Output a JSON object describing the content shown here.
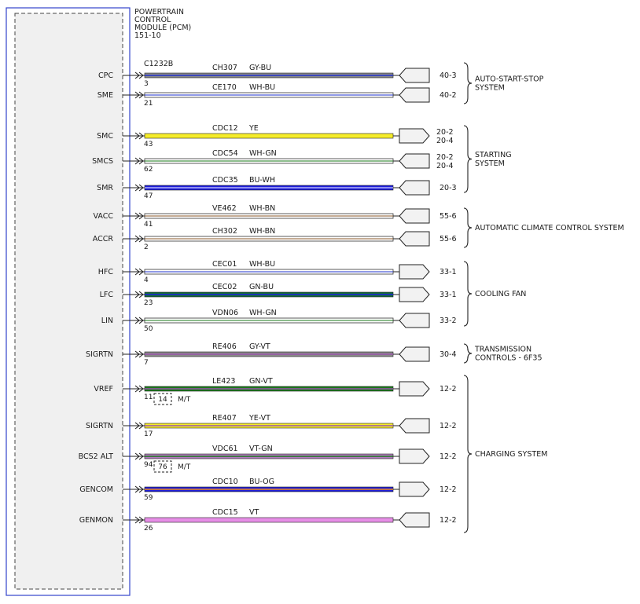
{
  "module": {
    "title_lines": [
      "POWERTRAIN",
      "CONTROL",
      "MODULE (PCM)",
      "151-10"
    ],
    "connector": "C1232B"
  },
  "circuits": [
    {
      "signal": "CPC",
      "pin": "3",
      "circuit": "CH307",
      "color_code": "GY-BU",
      "colors": [
        "#8a8a8a",
        "#2233cc"
      ],
      "terminal": "40-3",
      "terminal2": "",
      "dir": "in",
      "box": "",
      "note": ""
    },
    {
      "signal": "SME",
      "pin": "21",
      "circuit": "CE170",
      "color_code": "WH-BU",
      "colors": [
        "#ffffff",
        "#2233cc"
      ],
      "terminal": "40-2",
      "terminal2": "",
      "dir": "in",
      "box": "",
      "note": ""
    },
    {
      "signal": "SMC",
      "pin": "43",
      "circuit": "CDC12",
      "color_code": "YE",
      "colors": [
        "#f5ec2a"
      ],
      "terminal": "20-2",
      "terminal2": "20-4",
      "dir": "out",
      "box": "",
      "note": ""
    },
    {
      "signal": "SMCS",
      "pin": "62",
      "circuit": "CDC54",
      "color_code": "WH-GN",
      "colors": [
        "#ffffff",
        "#1a7a1a"
      ],
      "terminal": "20-2",
      "terminal2": "20-4",
      "dir": "in",
      "box": "",
      "note": ""
    },
    {
      "signal": "SMR",
      "pin": "47",
      "circuit": "CDC35",
      "color_code": "BU-WH",
      "colors": [
        "#1e1edc",
        "#ffffff"
      ],
      "terminal": "20-3",
      "terminal2": "",
      "dir": "in",
      "box": "",
      "note": ""
    },
    {
      "signal": "VACC",
      "pin": "41",
      "circuit": "VE462",
      "color_code": "WH-BN",
      "colors": [
        "#ffffff",
        "#8b5a2b"
      ],
      "terminal": "55-6",
      "terminal2": "",
      "dir": "in",
      "box": "",
      "note": ""
    },
    {
      "signal": "ACCR",
      "pin": "2",
      "circuit": "CH302",
      "color_code": "WH-BN",
      "colors": [
        "#ffffff",
        "#8b5a2b"
      ],
      "terminal": "55-6",
      "terminal2": "",
      "dir": "in",
      "box": "",
      "note": ""
    },
    {
      "signal": "HFC",
      "pin": "4",
      "circuit": "CEC01",
      "color_code": "WH-BU",
      "colors": [
        "#ffffff",
        "#2233cc"
      ],
      "terminal": "33-1",
      "terminal2": "",
      "dir": "out",
      "box": "",
      "note": ""
    },
    {
      "signal": "LFC",
      "pin": "23",
      "circuit": "CEC02",
      "color_code": "GN-BU",
      "colors": [
        "#126b3a",
        "#1e1edc"
      ],
      "terminal": "33-1",
      "terminal2": "",
      "dir": "out",
      "box": "",
      "note": ""
    },
    {
      "signal": "LIN",
      "pin": "50",
      "circuit": "VDN06",
      "color_code": "WH-GN",
      "colors": [
        "#ffffff",
        "#1a7a1a"
      ],
      "terminal": "33-2",
      "terminal2": "",
      "dir": "in",
      "box": "",
      "note": ""
    },
    {
      "signal": "SIGRTN",
      "pin": "7",
      "circuit": "RE406",
      "color_code": "GY-VT",
      "colors": [
        "#8a8a8a",
        "#9a55aa"
      ],
      "terminal": "30-4",
      "terminal2": "",
      "dir": "in",
      "box": "",
      "note": ""
    },
    {
      "signal": "VREF",
      "pin": "11",
      "circuit": "LE423",
      "color_code": "GN-VT",
      "colors": [
        "#1a7a1a",
        "#9a55aa"
      ],
      "terminal": "12-2",
      "terminal2": "",
      "dir": "out",
      "box": "14",
      "note": "M/T"
    },
    {
      "signal": "SIGRTN",
      "pin": "17",
      "circuit": "RE407",
      "color_code": "YE-VT",
      "colors": [
        "#f5ec2a",
        "#9a55aa"
      ],
      "terminal": "12-2",
      "terminal2": "",
      "dir": "in",
      "box": "",
      "note": ""
    },
    {
      "signal": "BCS2 ALT",
      "pin": "94",
      "circuit": "VDC61",
      "color_code": "VT-GN",
      "colors": [
        "#b47ac0",
        "#1a7a1a"
      ],
      "terminal": "12-2",
      "terminal2": "",
      "dir": "out",
      "box": "76",
      "note": "M/T"
    },
    {
      "signal": "GENCOM",
      "pin": "59",
      "circuit": "CDC10",
      "color_code": "BU-OG",
      "colors": [
        "#1e1edc",
        "#f08a1a"
      ],
      "terminal": "12-2",
      "terminal2": "",
      "dir": "out",
      "box": "",
      "note": ""
    },
    {
      "signal": "GENMON",
      "pin": "26",
      "circuit": "CDC15",
      "color_code": "VT",
      "colors": [
        "#e68ee6"
      ],
      "terminal": "12-2",
      "terminal2": "",
      "dir": "in",
      "box": "",
      "note": ""
    }
  ],
  "systems": [
    {
      "lines": [
        "AUTO-START-STOP",
        "SYSTEM"
      ],
      "from": 0,
      "to": 1
    },
    {
      "lines": [
        "STARTING",
        "SYSTEM"
      ],
      "from": 2,
      "to": 4
    },
    {
      "lines": [
        "AUTOMATIC CLIMATE CONTROL SYSTEM"
      ],
      "from": 5,
      "to": 6
    },
    {
      "lines": [
        "COOLING FAN"
      ],
      "from": 7,
      "to": 9
    },
    {
      "lines": [
        "TRANSMISSION",
        "CONTROLS - 6F35"
      ],
      "from": 10,
      "to": 10
    },
    {
      "lines": [
        "CHARGING SYSTEM"
      ],
      "from": 11,
      "to": 15
    }
  ]
}
